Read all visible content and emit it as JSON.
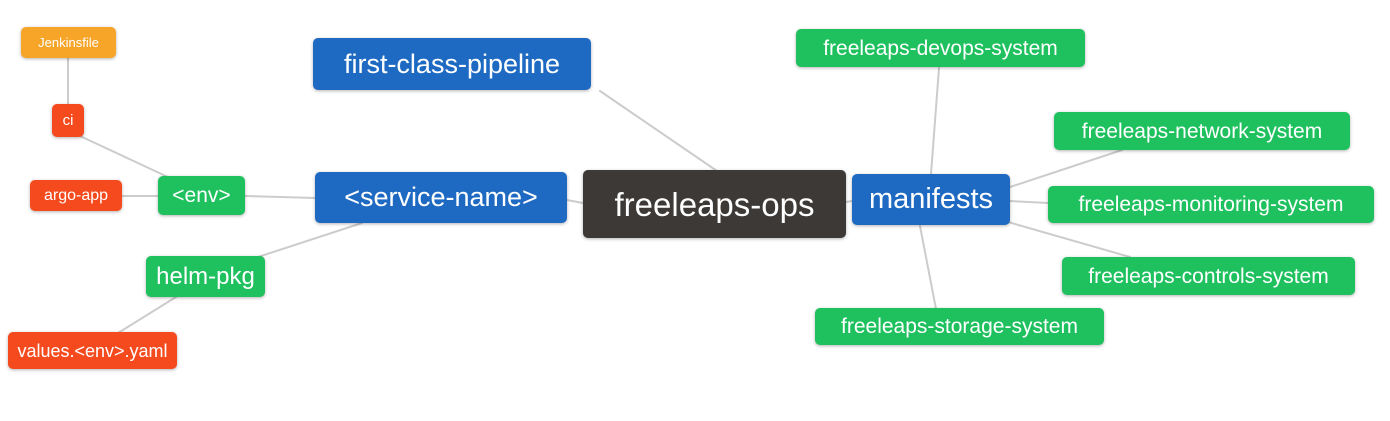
{
  "diagram": {
    "type": "mindmap",
    "root": "freeleaps-ops",
    "background": "#ffffff",
    "edge_color": "#cccccc",
    "text_color": "#ffffff",
    "palette": {
      "root_dark": "#3c3936",
      "branch_blue": "#1e6ac2",
      "leaf_green": "#1fc15f",
      "leaf_red": "#f54a1d",
      "leaf_orange": "#f7a528"
    },
    "nodes": {
      "freeleaps_ops": {
        "label": "freeleaps-ops",
        "color": "#3c3936",
        "level": "root"
      },
      "first_class_pipeline": {
        "label": "first-class-pipeline",
        "color": "#1e6ac2",
        "level": "branch"
      },
      "service_name": {
        "label": "<service-name>",
        "color": "#1e6ac2",
        "level": "branch"
      },
      "manifests": {
        "label": "manifests",
        "color": "#1e6ac2",
        "level": "branch"
      },
      "env": {
        "label": "<env>",
        "color": "#1fc15f",
        "level": "child"
      },
      "helm_pkg": {
        "label": "helm-pkg",
        "color": "#1fc15f",
        "level": "child"
      },
      "ci": {
        "label": "ci",
        "color": "#f54a1d",
        "level": "leaf"
      },
      "argo_app": {
        "label": "argo-app",
        "color": "#f54a1d",
        "level": "leaf"
      },
      "values_env_yaml": {
        "label": "values.<env>.yaml",
        "color": "#f54a1d",
        "level": "leaf"
      },
      "jenkinsfile": {
        "label": "Jenkinsfile",
        "color": "#f7a528",
        "level": "leaf"
      },
      "devops_system": {
        "label": "freeleaps-devops-system",
        "color": "#1fc15f",
        "level": "child"
      },
      "network_system": {
        "label": "freeleaps-network-system",
        "color": "#1fc15f",
        "level": "child"
      },
      "monitoring_system": {
        "label": "freeleaps-monitoring-system",
        "color": "#1fc15f",
        "level": "child"
      },
      "controls_system": {
        "label": "freeleaps-controls-system",
        "color": "#1fc15f",
        "level": "child"
      },
      "storage_system": {
        "label": "freeleaps-storage-system",
        "color": "#1fc15f",
        "level": "child"
      }
    },
    "edges": [
      [
        "jenkinsfile",
        "ci"
      ],
      [
        "ci",
        "env"
      ],
      [
        "argo_app",
        "env"
      ],
      [
        "env",
        "service_name"
      ],
      [
        "helm_pkg",
        "service_name"
      ],
      [
        "values_env_yaml",
        "helm_pkg"
      ],
      [
        "first_class_pipeline",
        "freeleaps_ops"
      ],
      [
        "service_name",
        "freeleaps_ops"
      ],
      [
        "freeleaps_ops",
        "manifests"
      ],
      [
        "manifests",
        "devops_system"
      ],
      [
        "manifests",
        "network_system"
      ],
      [
        "manifests",
        "monitoring_system"
      ],
      [
        "manifests",
        "controls_system"
      ],
      [
        "manifests",
        "storage_system"
      ]
    ]
  }
}
